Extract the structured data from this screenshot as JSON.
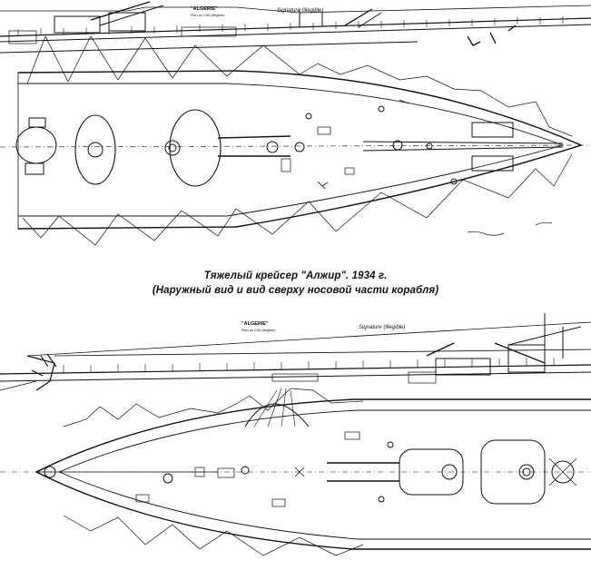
{
  "figure": {
    "caption_line1": "Тяжелый крейсер \"Алжир\". 1934 г.",
    "caption_line2": "(Наружный вид и вид сверху носовой части корабля)"
  },
  "drawing_top": {
    "ship_label": "\"ALGERIE\"",
    "scale_note": "Plan au 1:50 (illegible)",
    "signature": "Signature (illegible)"
  },
  "drawing_bottom": {
    "ship_label": "\"ALGERIE\"",
    "scale_note": "Plan au 1:50 (illegible)",
    "signature": "Signature (illegible)"
  }
}
